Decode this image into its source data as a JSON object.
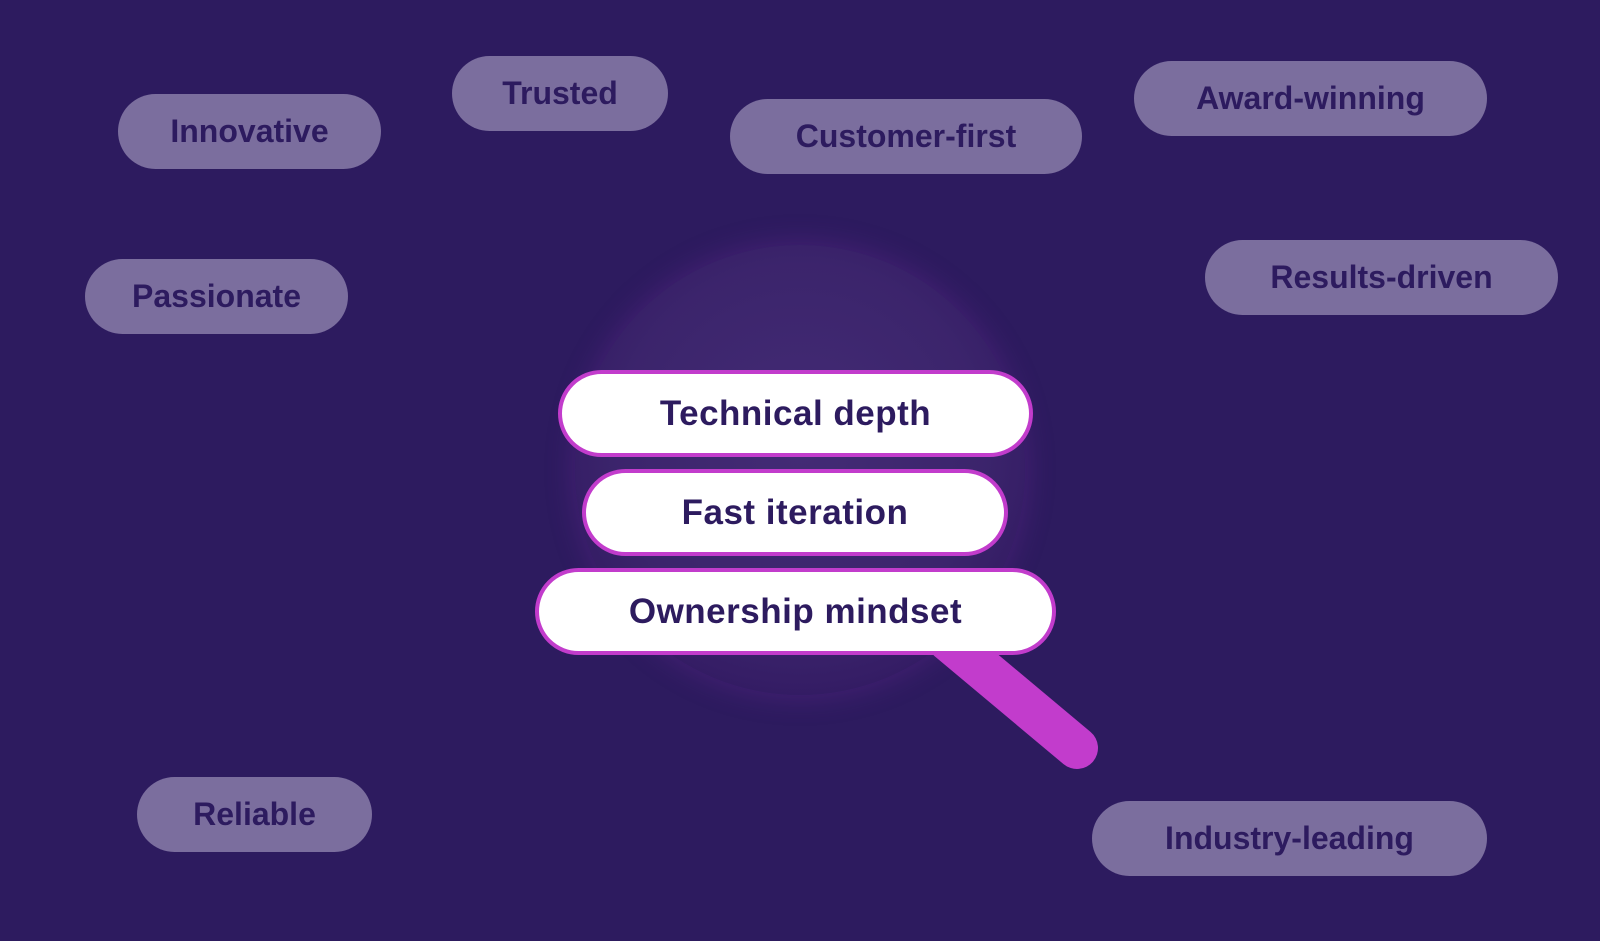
{
  "background_color": "#2d1b5f",
  "accent_color": "#c23ccc",
  "faded_pill_color": "#7b6e9e",
  "faded_terms": {
    "innovative": "Innovative",
    "trusted": "Trusted",
    "customer_first": "Customer-first",
    "award_winning": "Award-winning",
    "passionate": "Passionate",
    "results_driven": "Results-driven",
    "reliable": "Reliable",
    "industry_leading": "Industry-leading"
  },
  "focused_terms": {
    "technical_depth": "Technical depth",
    "fast_iteration": "Fast iteration",
    "ownership_mindset": "Ownership mindset"
  },
  "icon": "magnifying-glass-icon"
}
